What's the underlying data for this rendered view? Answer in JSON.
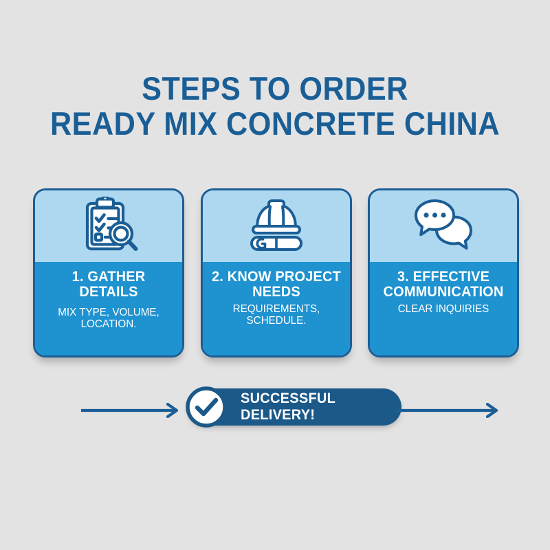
{
  "colors": {
    "background": "#e4e3e3",
    "dark_blue": "#1b5e96",
    "title_blue": "#1a5e96",
    "card_top_blue": "#aed8ef",
    "card_body_blue": "#1f92d0",
    "pill_blue": "#1b5989",
    "white": "#ffffff"
  },
  "title": {
    "line1": "STEPS TO ORDER",
    "line2": "READY MIX CONCRETE CHINA"
  },
  "steps": [
    {
      "icon": "clipboard-checklist-magnifier-icon",
      "heading": "1. GATHER DETAILS",
      "subtitle": "MIX TYPE, VOLUME, LOCATION."
    },
    {
      "icon": "hardhat-blueprint-icon",
      "heading": "2. KNOW PROJECT NEEDS",
      "subtitle": "REQUIREMENTS, SCHEDULE."
    },
    {
      "icon": "speech-bubbles-icon",
      "heading": "3. EFFECTIVE COMMUNICATION",
      "subtitle": "CLEAR INQUIRIES"
    }
  ],
  "outcome": {
    "label": "SUCCESSFUL DELIVERY!",
    "icon": "check-circle-icon",
    "left_arrow_icon": "arrow-right-icon",
    "right_arrow_icon": "arrow-right-icon"
  }
}
